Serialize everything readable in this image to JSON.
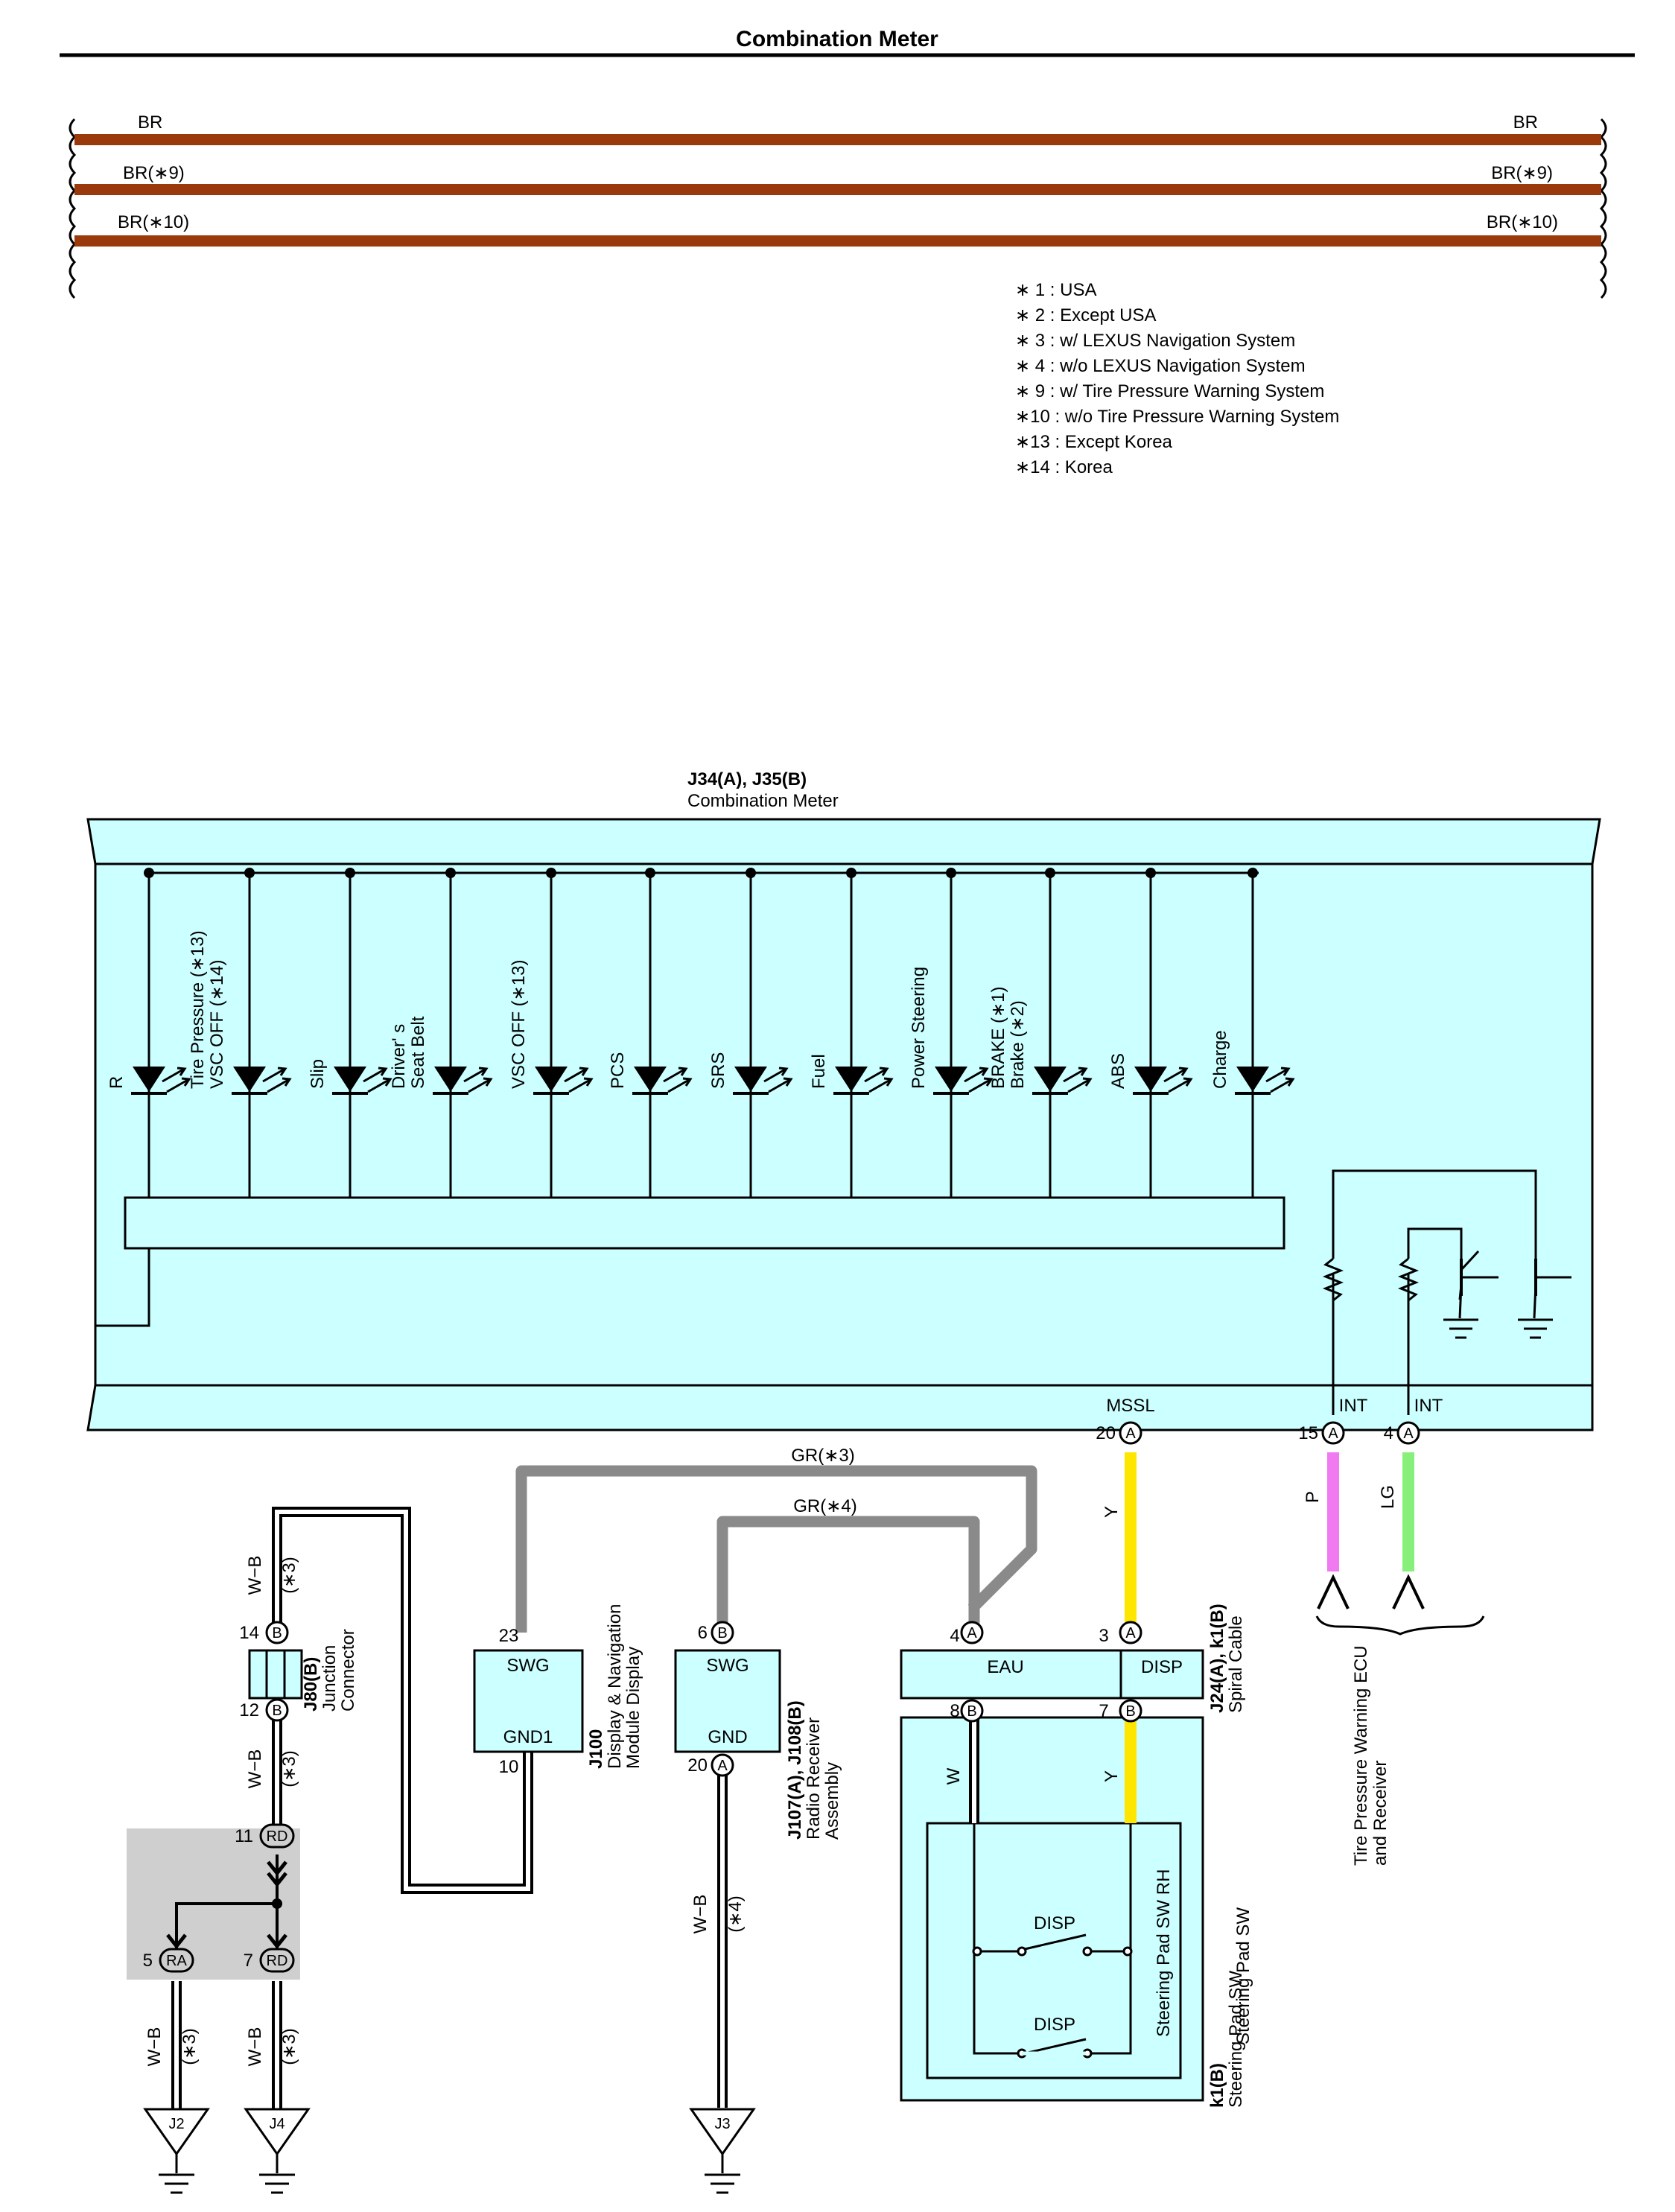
{
  "title": "Combination Meter",
  "colors": {
    "brown": "#9a3a0c",
    "gray": "#8a8a8a",
    "yellow": "#ffe600",
    "pink": "#f07af0",
    "light_green": "#86f07a",
    "panel": "#ccffff",
    "shade": "#cfcfcf"
  },
  "top_wires": [
    {
      "left": "BR",
      "right": "BR"
    },
    {
      "left": "BR(∗9)",
      "right": "BR(∗9)"
    },
    {
      "left": "BR(∗10)",
      "right": "BR(∗10)"
    }
  ],
  "notes": [
    "∗ 1 : USA",
    "∗ 2 : Except USA",
    "∗ 3 : w/ LEXUS Navigation System",
    "∗ 4 : w/o LEXUS Navigation System",
    "∗ 9 : w/ Tire Pressure Warning System",
    "∗10 : w/o Tire Pressure Warning System",
    "∗13 : Except Korea",
    "∗14 : Korea"
  ],
  "meter": {
    "code": "J34(A), J35(B)",
    "name": "Combination Meter",
    "indicators": [
      {
        "lines": [
          "R"
        ]
      },
      {
        "lines": [
          "Tire Pressure (∗13)",
          "VSC OFF (∗14)"
        ]
      },
      {
        "lines": [
          "Slip"
        ]
      },
      {
        "lines": [
          "Driver' s",
          "Seat Belt"
        ]
      },
      {
        "lines": [
          "VSC OFF (∗13)"
        ]
      },
      {
        "lines": [
          "PCS"
        ]
      },
      {
        "lines": [
          "SRS"
        ]
      },
      {
        "lines": [
          "Fuel"
        ]
      },
      {
        "lines": [
          "Power Steering"
        ]
      },
      {
        "lines": [
          "BRAKE (∗1)",
          "Brake (∗2)"
        ]
      },
      {
        "lines": [
          "ABS"
        ]
      },
      {
        "lines": [
          "Charge"
        ]
      }
    ],
    "terminals": [
      {
        "name": "MSSL",
        "pin": "20",
        "conn": "A"
      },
      {
        "name": "INT",
        "pin": "15",
        "conn": "A"
      },
      {
        "name": "INT",
        "pin": "4",
        "conn": "A"
      }
    ]
  },
  "wires": {
    "gr3": "GR(∗3)",
    "gr4": "GR(∗4)",
    "y": "Y",
    "y2": "Y",
    "p": "P",
    "lg": "LG",
    "w": "W",
    "wb": "W−B",
    "note3": "(∗3)",
    "note4": "(∗4)"
  },
  "junction": {
    "code": "J80(B)",
    "name1": "Junction",
    "name2": "Connector",
    "pin_top": "14",
    "pin_bottom": "12",
    "conn": "B"
  },
  "display": {
    "code": "J100",
    "name1": "Display & Navigation",
    "name2": "Module Display",
    "pin_top": "23",
    "pin_bottom": "10",
    "sig1": "SWG",
    "sig2": "GND1"
  },
  "radio": {
    "code": "J107(A), J108(B)",
    "name1": "Radio Receiver",
    "name2": "Assembly",
    "pin_top": "6",
    "pin_top_conn": "B",
    "pin_bottom": "20",
    "pin_bottom_conn": "A",
    "sig1": "SWG",
    "sig2": "GND"
  },
  "spiral": {
    "code": "J24(A), k1(B)",
    "name": "Spiral Cable",
    "pins": [
      "4",
      "3",
      "8",
      "7"
    ],
    "conns": [
      "A",
      "A",
      "B",
      "B"
    ],
    "sig1": "EAU",
    "sig2": "DISP"
  },
  "pad_sw": {
    "code": "k1(B)",
    "name": "Steering Pad SW",
    "inner": "Steering Pad SW RH",
    "sw1": "DISP",
    "sw2": "DISP"
  },
  "tpms": {
    "name1": "Tire Pressure Warning ECU",
    "name2": "and Receiver"
  },
  "splice": {
    "top_pin": "11",
    "top_conn": "RD",
    "left_pin": "5",
    "left_conn": "RA",
    "right_pin": "7",
    "right_conn": "RD"
  },
  "grounds": [
    "J2",
    "J4",
    "J3"
  ]
}
